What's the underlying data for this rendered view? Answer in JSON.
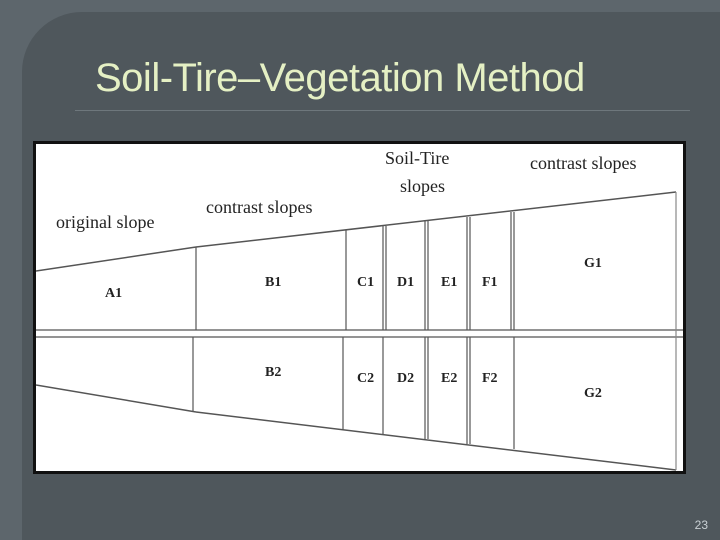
{
  "slide": {
    "title": "Soil-Tire–Vegetation Method",
    "page_number": "23"
  },
  "diagram": {
    "headers": {
      "original_slope": "original slope",
      "contrast_slopes_left": "contrast slopes",
      "soil_tire_line1": "Soil-Tire",
      "soil_tire_line2": "slopes",
      "contrast_slopes_right": "contrast slopes"
    },
    "plots_top": [
      "A1",
      "B1",
      "C1",
      "D1",
      "E1",
      "F1",
      "G1"
    ],
    "plots_bottom": [
      "B2",
      "C2",
      "D2",
      "E2",
      "F2",
      "G2"
    ]
  }
}
